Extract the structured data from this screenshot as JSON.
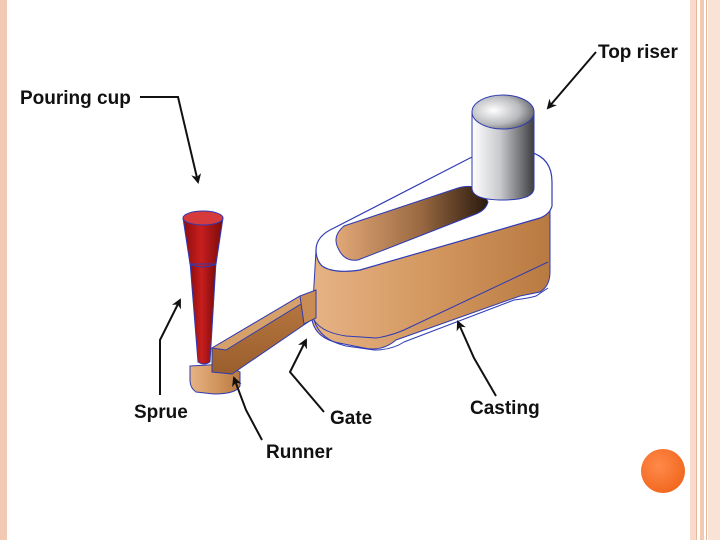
{
  "labels": {
    "pouring_cup": "Pouring cup",
    "top_riser": "Top riser",
    "sprue": "Sprue",
    "gate": "Gate",
    "runner": "Runner",
    "casting": "Casting"
  },
  "colors": {
    "casting_body": "#d79a66",
    "casting_top": "#ffffff",
    "outline": "#2f3bb3",
    "sprue_red": "#b31616",
    "accent_orange": "#f26a22",
    "frame_peach": "#f2c9b3"
  }
}
